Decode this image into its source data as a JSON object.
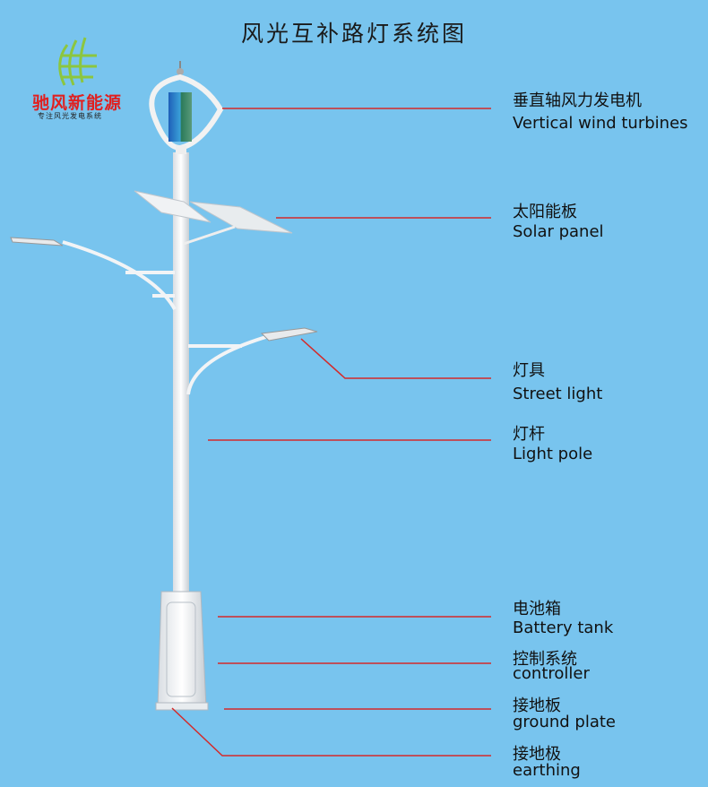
{
  "title": "风光互补路灯系统图",
  "logo": {
    "name": "驰风新能源",
    "slogan": "专注风光发电系统"
  },
  "colors": {
    "background": "#78c4ee",
    "leader_line": "#d42a2a",
    "logo_text": "#e02020",
    "logo_mark": "#8cc63f"
  },
  "components": [
    {
      "zh": "垂直轴风力发电机",
      "en": "Vertical wind turbines"
    },
    {
      "zh": "太阳能板",
      "en": "Solar panel"
    },
    {
      "zh": "灯具",
      "en": "Street light"
    },
    {
      "zh": "灯杆",
      "en": "Light pole"
    },
    {
      "zh": "电池箱",
      "en": "Battery tank"
    },
    {
      "zh": "控制系统",
      "en": "controller"
    },
    {
      "zh": "接地板",
      "en": "ground plate"
    },
    {
      "zh": "接地极",
      "en": "earthing"
    }
  ]
}
